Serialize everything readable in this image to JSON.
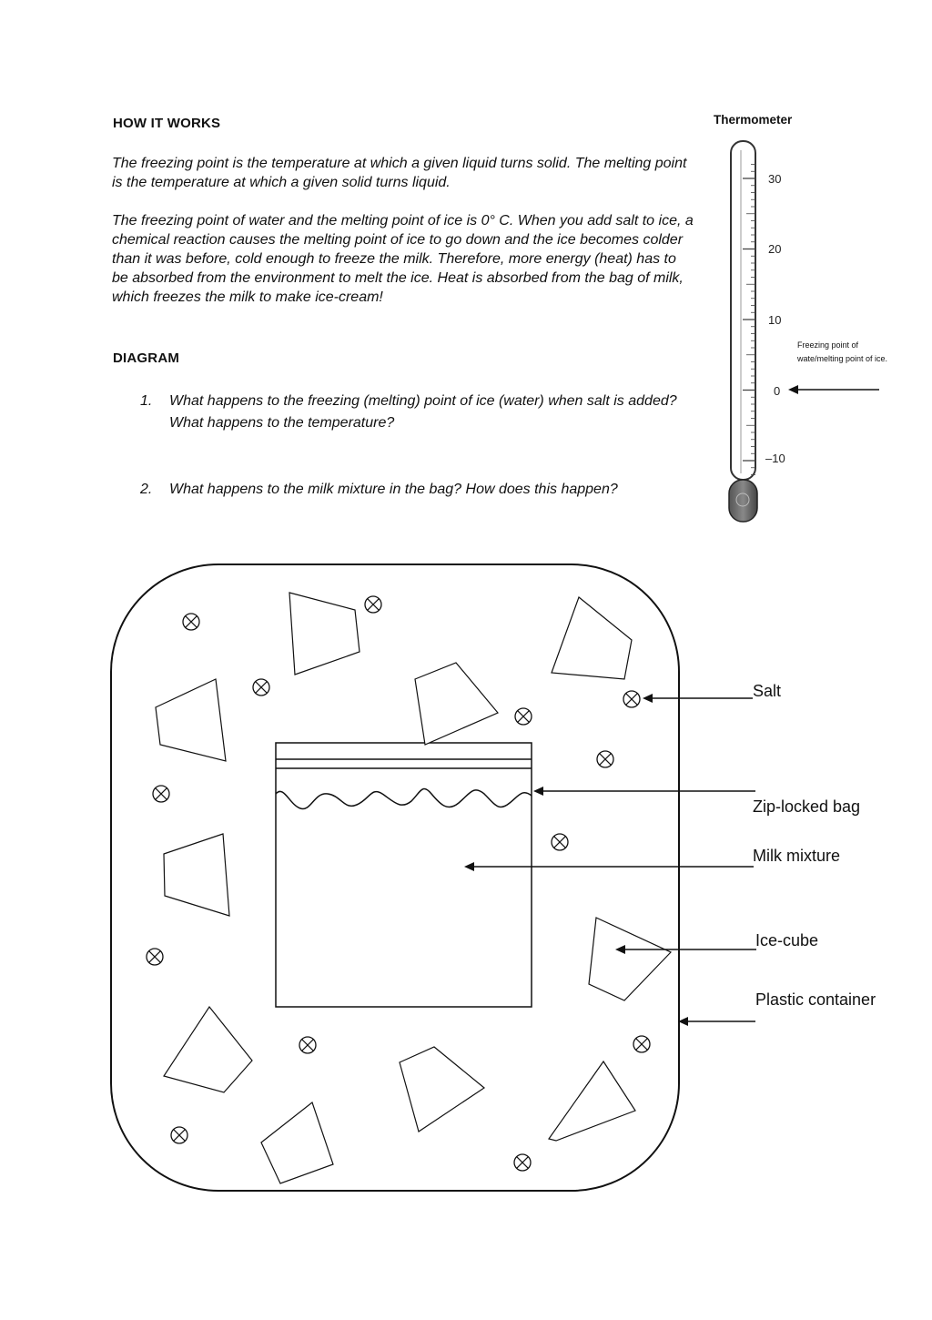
{
  "headings": {
    "how_it_works": "HOW IT WORKS",
    "diagram": "DIAGRAM"
  },
  "paragraphs": {
    "p1": "The freezing point is the temperature at which a given liquid turns solid. The melting point is the temperature at which a given solid turns liquid.",
    "p2": "The freezing point of water and the melting point of ice is 0° C. When you add salt to ice, a chemical reaction causes the melting point of ice to go down and the ice becomes colder than it was before, cold enough to freeze the milk. Therefore, more energy (heat) has to be absorbed from the environment to melt the ice. Heat is absorbed from the bag of milk, which freezes the milk to make ice-cream!"
  },
  "questions": [
    {
      "num": "1.",
      "text": "What happens to the freezing (melting) point of ice (water) when salt is added? What happens to the temperature?"
    },
    {
      "num": "2.",
      "text": "What happens to the milk mixture in the bag? How does this happen?"
    }
  ],
  "thermometer": {
    "title": "Thermometer",
    "ticks": [
      "30",
      "20",
      "10",
      "0",
      "–10"
    ],
    "note": "Freezing point of wate/melting point of ice."
  },
  "diagram_labels": {
    "salt": "Salt",
    "zip_bag": "Zip-locked bag",
    "milk": "Milk mixture",
    "ice_cube": "Ice-cube",
    "container": "Plastic container"
  }
}
